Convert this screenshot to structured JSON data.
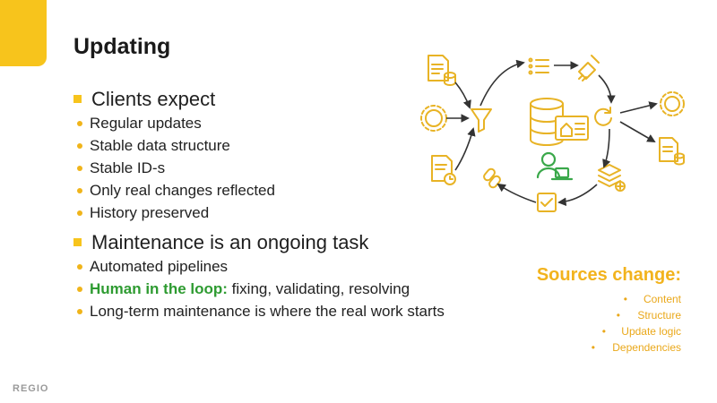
{
  "slide": {
    "title": "Updating",
    "footer_logo": "REGIO"
  },
  "bullets": [
    {
      "text": "Clients expect",
      "children": [
        {
          "text": "Regular updates"
        },
        {
          "text": "Stable data structure"
        },
        {
          "text": "Stable ID-s"
        },
        {
          "text": "Only real changes reflected"
        },
        {
          "text": "History preserved"
        }
      ]
    },
    {
      "text": "Maintenance is an ongoing task",
      "children": [
        {
          "text": "Automated pipelines"
        },
        {
          "highlight": "Human in the loop:",
          "text": " fixing, validating, resolving"
        },
        {
          "text": "Long-term maintenance is where the real work starts"
        }
      ]
    }
  ],
  "sources": {
    "title": "Sources change:",
    "items": [
      "Content",
      "Structure",
      "Update logic",
      "Dependencies"
    ]
  },
  "diagram": {
    "icons": [
      "document-db-icon",
      "list-icon",
      "brush-icon",
      "api-gear-icon",
      "filter-icon",
      "database-icon",
      "home-panel-icon",
      "refresh-icon",
      "document-clock-icon",
      "link-icon",
      "checkbox-icon",
      "user-laptop-icon",
      "stack-add-icon",
      "api-gear-icon",
      "document-db-icon"
    ]
  },
  "colors": {
    "accent": "#f7c41c",
    "highlight_green": "#2e9b31",
    "icon_gold": "#e8b325",
    "user_green": "#3aa84a"
  }
}
